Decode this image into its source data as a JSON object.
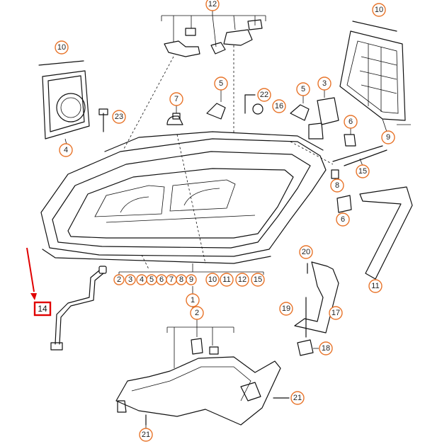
{
  "callouts": [
    {
      "id": "c12",
      "label": "12"
    },
    {
      "id": "c10a",
      "label": "10"
    },
    {
      "id": "c10b",
      "label": "10"
    },
    {
      "id": "c7",
      "label": "7"
    },
    {
      "id": "c5a",
      "label": "5"
    },
    {
      "id": "c22",
      "label": "22"
    },
    {
      "id": "c5b",
      "label": "5"
    },
    {
      "id": "c3",
      "label": "3"
    },
    {
      "id": "c16",
      "label": "16"
    },
    {
      "id": "c23",
      "label": "23"
    },
    {
      "id": "c4",
      "label": "4"
    },
    {
      "id": "c6a",
      "label": "6"
    },
    {
      "id": "c9",
      "label": "9"
    },
    {
      "id": "c15",
      "label": "15"
    },
    {
      "id": "c8",
      "label": "8"
    },
    {
      "id": "c6b",
      "label": "6"
    },
    {
      "id": "c1",
      "label": "1"
    },
    {
      "id": "c20",
      "label": "20"
    },
    {
      "id": "c11",
      "label": "11"
    },
    {
      "id": "c19",
      "label": "19"
    },
    {
      "id": "c17",
      "label": "17"
    },
    {
      "id": "c2",
      "label": "2"
    },
    {
      "id": "c18",
      "label": "18"
    },
    {
      "id": "c21a",
      "label": "21"
    },
    {
      "id": "c21b",
      "label": "21"
    }
  ],
  "row_callouts": [
    "2",
    "3",
    "4",
    "5",
    "6",
    "7",
    "8",
    "9",
    "10",
    "11",
    "12",
    "15"
  ],
  "highlighted": {
    "label": "14"
  },
  "colors": {
    "callout_stroke": "#e8742a",
    "highlight": "#e00000",
    "line": "#111111"
  }
}
